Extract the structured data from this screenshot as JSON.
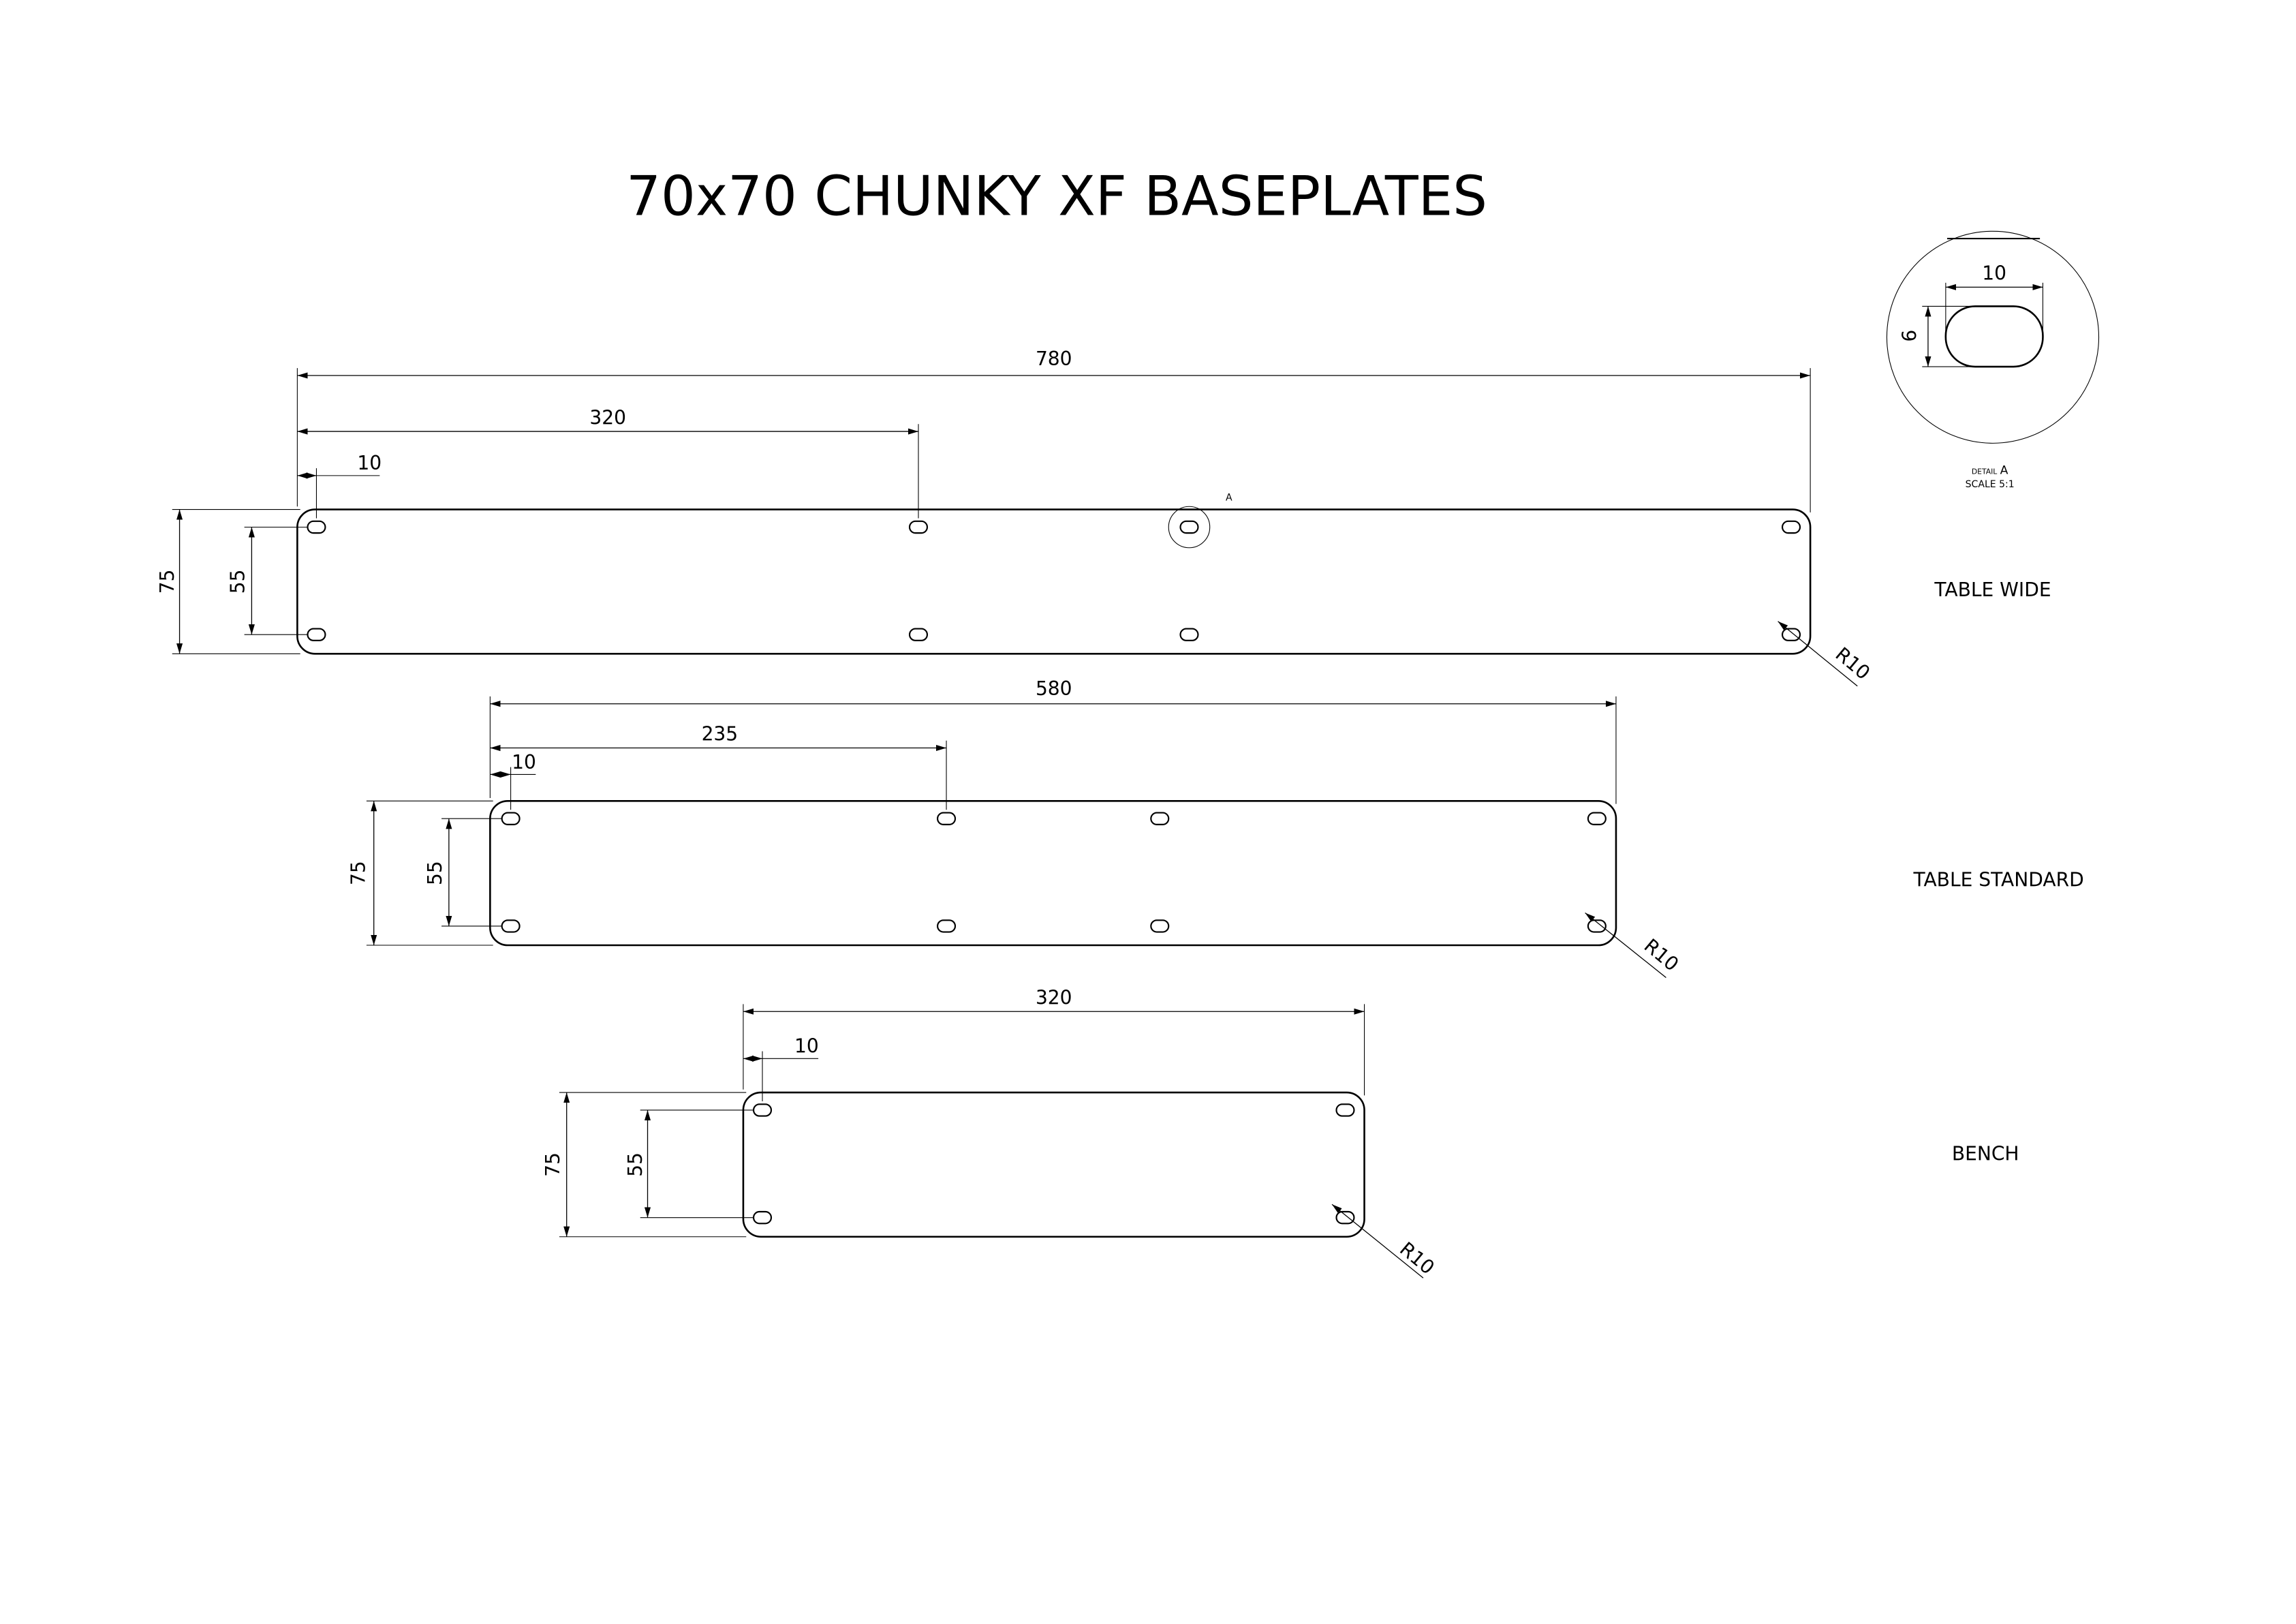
{
  "title": "70x70 CHUNKY XF BASEPLATES",
  "plates": [
    {
      "name": "TABLE WIDE",
      "length": "780",
      "hole_offset": "320",
      "edge": "10",
      "width": "75",
      "hole_spacing": "55",
      "radius": "R10",
      "detail_label": "A"
    },
    {
      "name": "TABLE STANDARD",
      "length": "580",
      "hole_offset": "235",
      "edge": "10",
      "width": "75",
      "hole_spacing": "55",
      "radius": "R10"
    },
    {
      "name": "BENCH",
      "length": "320",
      "edge": "10",
      "width": "75",
      "hole_spacing": "55",
      "radius": "R10"
    }
  ],
  "detail": {
    "slot_length": "10",
    "slot_width": "6",
    "label_prefix": "DETAIL",
    "label": "A",
    "scale": "SCALE 5:1"
  }
}
